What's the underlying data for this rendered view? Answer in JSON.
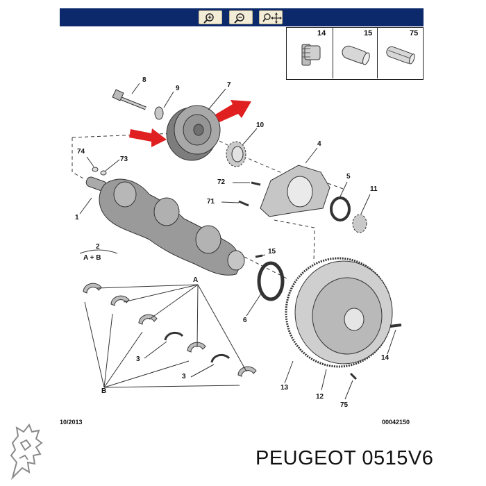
{
  "toolbar": {
    "buttons": [
      {
        "icon": "zoom-in-icon"
      },
      {
        "icon": "zoom-out-icon"
      },
      {
        "icon": "zoom-pan-icon"
      }
    ]
  },
  "ref_parts": [
    {
      "num": "14",
      "icon": "bolt-icon"
    },
    {
      "num": "15",
      "icon": "dowel-pin-icon"
    },
    {
      "num": "75",
      "icon": "sleeve-pin-icon"
    }
  ],
  "labels": {
    "l8": "8",
    "l9": "9",
    "l7": "7",
    "l10": "10",
    "l4": "4",
    "l74": "74",
    "l73": "73",
    "l72": "72",
    "l5": "5",
    "l11": "11",
    "l71": "71",
    "l1": "1",
    "l2": "2",
    "lab": "A + B",
    "l15": "15",
    "lA": "A",
    "l6": "6",
    "l3a": "3",
    "l3b": "3",
    "lB": "B",
    "l14": "14",
    "l13": "13",
    "l12": "12",
    "l75": "75"
  },
  "footer": {
    "date": "10/2013",
    "doc_code": "00042150"
  },
  "brand_text": "PEUGEOT 0515V6",
  "colors": {
    "toolbar_bg": "#0c2a6b",
    "arrow_red": "#e02020",
    "part_gray": "#9a9a9a"
  }
}
